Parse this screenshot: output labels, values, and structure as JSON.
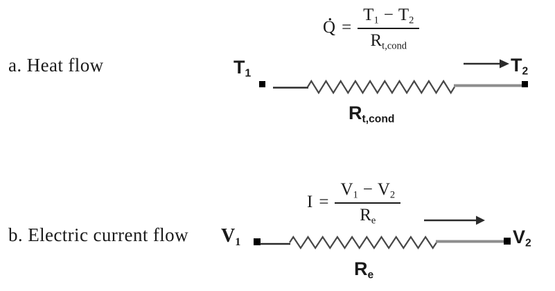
{
  "figure": {
    "background": "#ffffff"
  },
  "colors": {
    "ink": "#1a1a1a",
    "wire_black": "#2b2b2b",
    "wire_gray": "#8d8d8d",
    "resistor": "#474747",
    "node_square": "#000000",
    "background": "#ffffff"
  },
  "sections": {
    "heat": {
      "label": "a. Heat flow",
      "equation": {
        "dot": "·",
        "lhs": "Q",
        "equals": "=",
        "num_sym1": "T",
        "num_sub1": "1",
        "minus": "−",
        "num_sym2": "T",
        "num_sub2": "2",
        "den_sym": "R",
        "den_sub": "t,cond"
      },
      "node_left": {
        "sym": "T",
        "sub": "1"
      },
      "node_right": {
        "sym": "T",
        "sub": "2"
      },
      "resistor": {
        "sym": "R",
        "sub": "t,cond"
      }
    },
    "electric": {
      "label": "b. Electric current flow",
      "equation": {
        "lhs": "I",
        "equals": "=",
        "num_sym1": "V",
        "num_sub1": "1",
        "minus": "−",
        "num_sym2": "V",
        "num_sub2": "2",
        "den_sym": "R",
        "den_sub": "e"
      },
      "node_left": {
        "sym": "V",
        "sub": "1"
      },
      "node_right": {
        "sym": "V",
        "sub": "2"
      },
      "resistor": {
        "sym": "R",
        "sub": "e"
      }
    }
  }
}
